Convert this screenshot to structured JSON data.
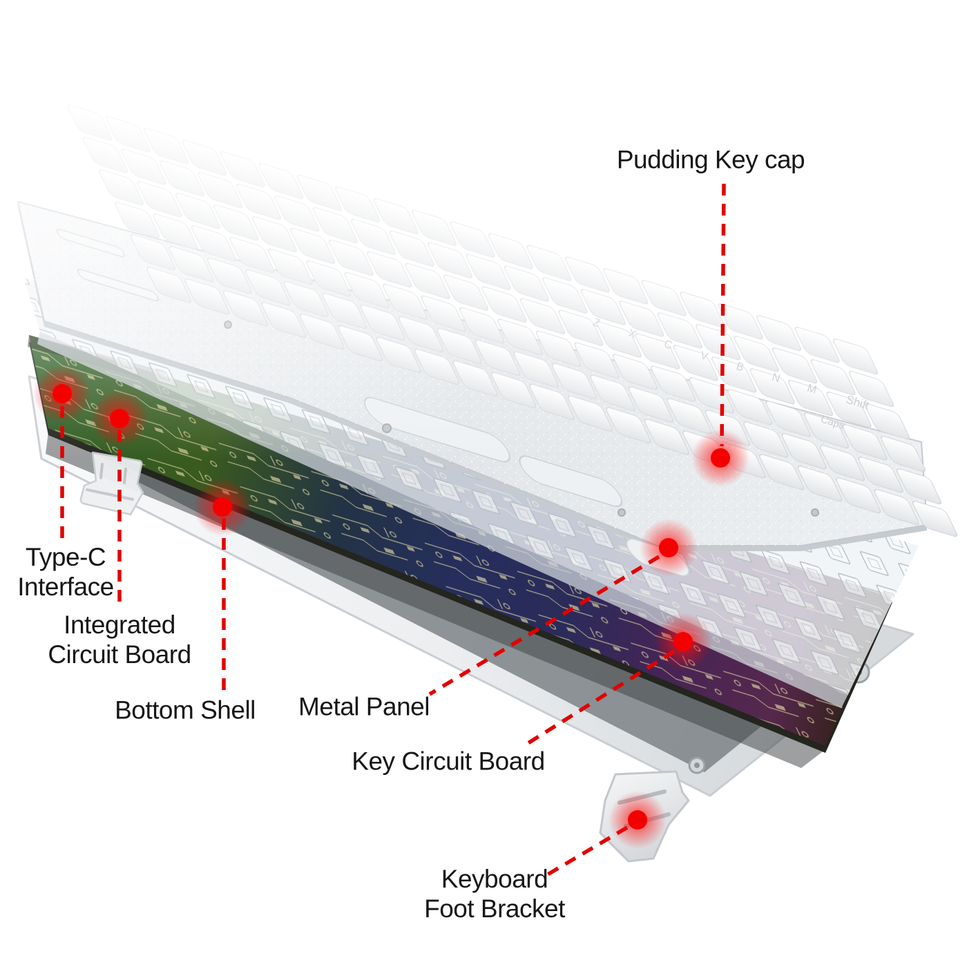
{
  "colors": {
    "background": "#ffffff",
    "annotation_red": "#e30000",
    "label_text": "#161616",
    "pcb_green": "#2c5f26",
    "pcb_navy": "#252e5c",
    "pcb_purple": "#55284e",
    "pcb_trace_gold": "#d8d0a0",
    "metal_silver": "#e9eced",
    "shell_white": "#f0f2f4",
    "shell_inner_gray": "#7d8286",
    "keycap_white": "#f2f3f5"
  },
  "callouts": [
    {
      "id": "pudding-key-cap",
      "lines": [
        "Pudding Key cap"
      ]
    },
    {
      "id": "type-c-interface",
      "lines": [
        "Type-C",
        "Interface"
      ]
    },
    {
      "id": "integrated-circuit-board",
      "lines": [
        "Integrated",
        "Circuit Board"
      ]
    },
    {
      "id": "bottom-shell",
      "lines": [
        "Bottom Shell"
      ]
    },
    {
      "id": "metal-panel",
      "lines": [
        "Metal Panel"
      ]
    },
    {
      "id": "key-circuit-board",
      "lines": [
        "Key Circuit Board"
      ]
    },
    {
      "id": "keyboard-foot-bracket",
      "lines": [
        "Keyboard",
        "Foot Bracket"
      ]
    }
  ],
  "keycap_legends": [
    "Z",
    "X",
    "C",
    "V",
    "B",
    "N",
    "M",
    "Shift",
    "Caps"
  ]
}
